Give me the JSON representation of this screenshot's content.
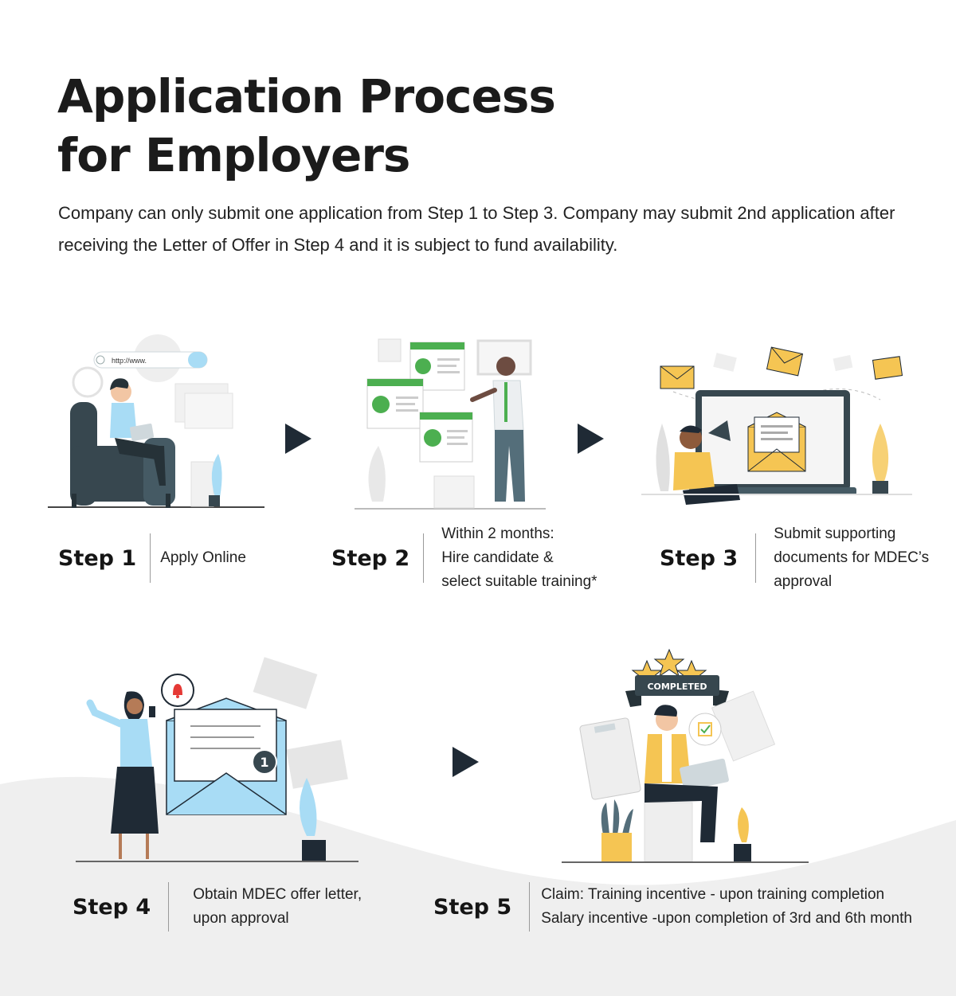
{
  "header": {
    "title_line1": "Application Process",
    "title_line2": "for Employers",
    "intro": "Company can only submit one application from Step 1 to Step 3. Company may submit 2nd application after receiving the Letter of Offer in Step 4 and it is subject to fund availability."
  },
  "colors": {
    "accent_green": "#4caf50",
    "accent_yellow": "#f5c553",
    "accent_blue": "#a8dcf5",
    "dark": "#1f2a35"
  },
  "steps": [
    {
      "label": "Step 1",
      "lines": [
        "Apply Online"
      ]
    },
    {
      "label": "Step 2",
      "lines": [
        "Within 2 months:",
        "Hire candidate &",
        "select suitable training*"
      ]
    },
    {
      "label": "Step 3",
      "lines": [
        "Submit supporting",
        "documents for MDEC’s",
        "approval"
      ]
    },
    {
      "label": "Step 4",
      "lines": [
        "Obtain MDEC offer letter,",
        "upon approval"
      ]
    },
    {
      "label": "Step 5",
      "lines": [
        "Claim: Training incentive - upon training completion",
        "Salary incentive -upon completion of 3rd and 6th month"
      ]
    }
  ],
  "illustrations": {
    "step1_url_text": "http://www.",
    "step4_notification_count": "1",
    "step5_banner_text": "COMPLETED"
  }
}
